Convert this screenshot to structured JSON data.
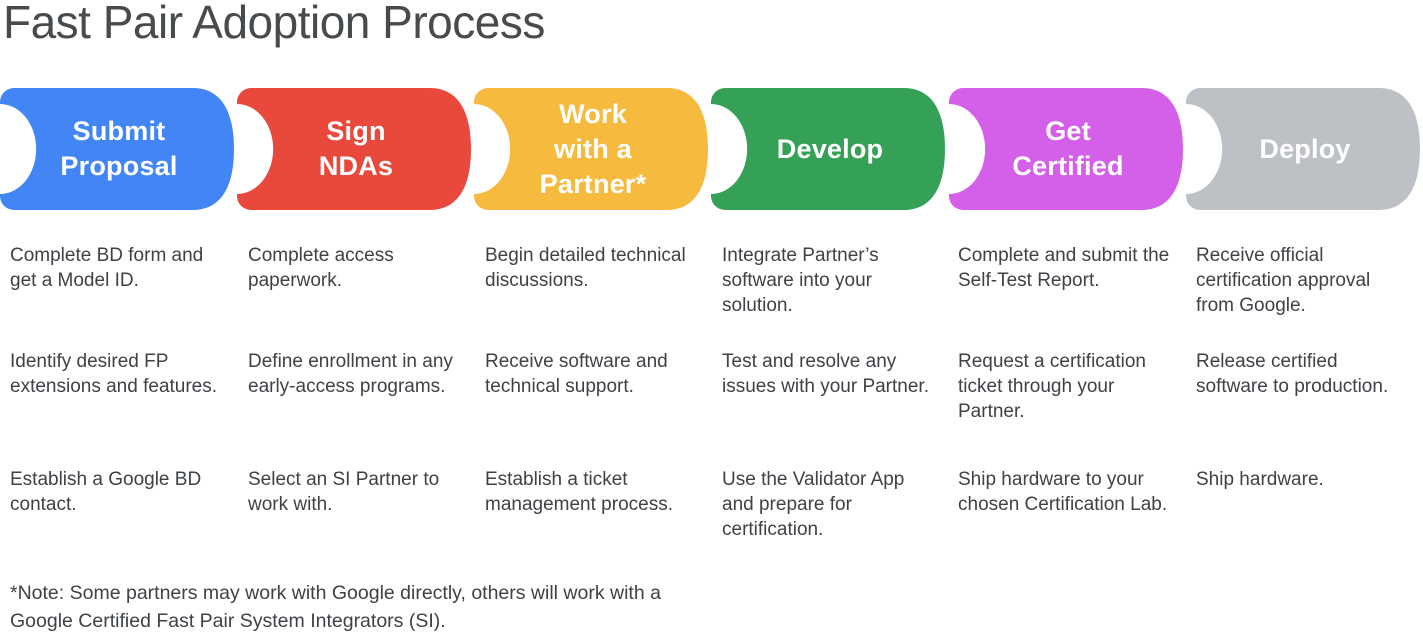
{
  "title": "Fast Pair Adoption Process",
  "note": "*Note: Some partners may work with Google directly, others will work with a Google Certified Fast Pair System Integrators (SI).",
  "stages": [
    {
      "label": "Submit\nProposal",
      "color": "#4285F4",
      "items": [
        "Complete BD form and get a Model ID.",
        "Identify desired FP extensions and features.",
        "Establish a Google BD contact."
      ]
    },
    {
      "label": "Sign\nNDAs",
      "color": "#E8493C",
      "items": [
        "Complete access paperwork.",
        "Define enrollment in any early-access programs.",
        "Select an SI Partner to work with."
      ]
    },
    {
      "label": "Work\nwith a\nPartner*",
      "color": "#F6BA3E",
      "items": [
        "Begin detailed technical discussions.",
        "Receive software and technical support.",
        "Establish a ticket management process."
      ]
    },
    {
      "label": "Develop",
      "color": "#34A156",
      "items": [
        "Integrate Partner’s software into your solution.",
        "Test and resolve any issues with your Partner.",
        "Use the Validator App and prepare for certification."
      ]
    },
    {
      "label": "Get\nCertified",
      "color": "#D45FE8",
      "items": [
        "Complete and submit the Self-Test Report.",
        "Request a certification ticket through your Partner.",
        "Ship hardware to your chosen Certification Lab."
      ]
    },
    {
      "label": "Deploy",
      "color": "#BDC1C6",
      "items": [
        "Receive official certification approval from Google.",
        "Release certified software to production.",
        "Ship hardware."
      ]
    }
  ]
}
